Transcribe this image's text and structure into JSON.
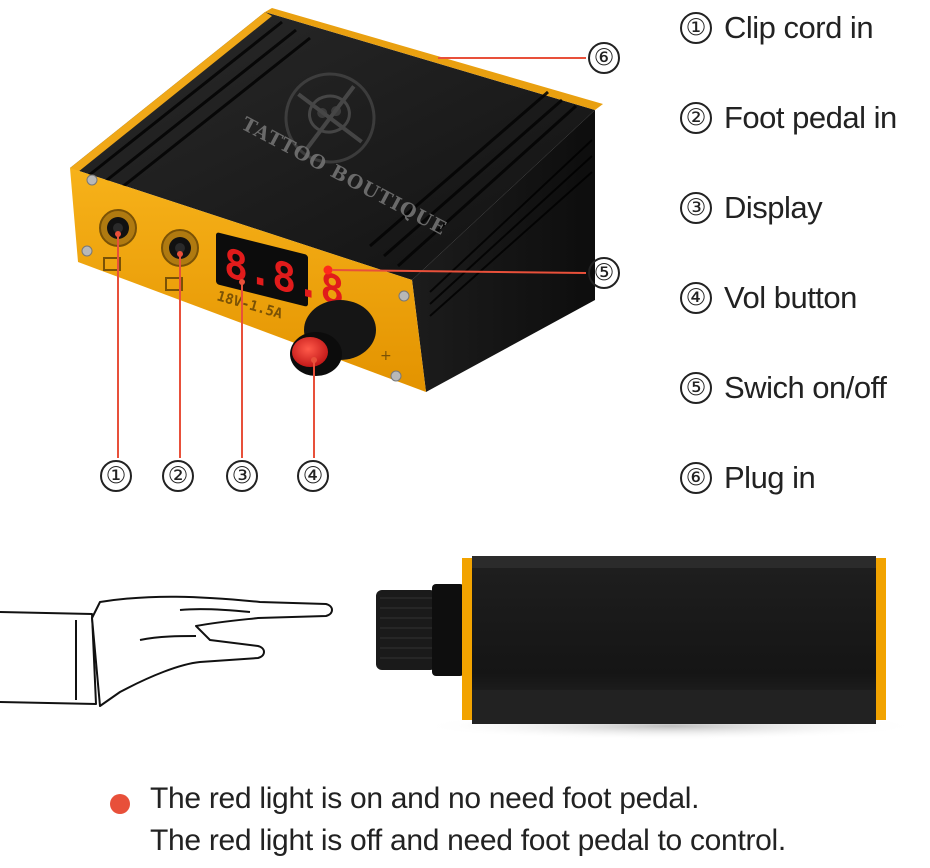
{
  "colors": {
    "accent_red": "#e8503a",
    "device_body": "#1a1a1a",
    "device_trim": "#f2a300",
    "led_digit": "#e11b1b"
  },
  "device_print": {
    "brand_text": "TATTOO BOUTIQUE",
    "rating_text": "18V-1.5A",
    "display_digits": "8.8.8"
  },
  "legend": [
    {
      "num": "①",
      "label": "Clip cord in"
    },
    {
      "num": "②",
      "label": "Foot pedal in"
    },
    {
      "num": "③",
      "label": "Display"
    },
    {
      "num": "④",
      "label": "Vol button"
    },
    {
      "num": "⑤",
      "label": "Swich on/off"
    },
    {
      "num": "⑥",
      "label": "Plug in"
    }
  ],
  "callouts": {
    "c1": "①",
    "c2": "②",
    "c3": "③",
    "c4": "④",
    "c5": "⑤",
    "c6": "⑥"
  },
  "note": {
    "bullet_icon": "red-dot-icon",
    "line1": "The red light is on and no need foot pedal.",
    "line2": "The red light is off and need foot pedal to control."
  }
}
